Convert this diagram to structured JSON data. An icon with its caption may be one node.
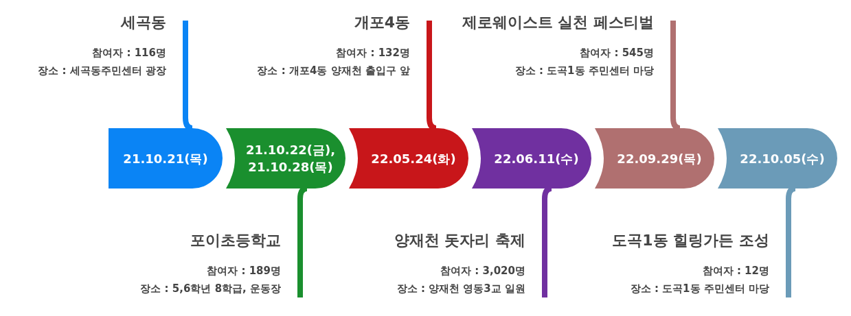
{
  "diagram": {
    "nodes": [
      {
        "text": [
          "21.10.21(목)"
        ]
      },
      {
        "text": [
          "21.10.22(금), 21.10.28(목)"
        ]
      },
      {
        "text": [
          "22.05.24(화)"
        ]
      },
      {
        "text": [
          "22.06.11(수)"
        ]
      },
      {
        "text": [
          "22.09.29(목)"
        ]
      },
      {
        "text": [
          "22.10.05(수)"
        ]
      },
      {
        "text": [
          "세곡동",
          "참여자 : 116명",
          "장소 : 세곡동주민센터 광장"
        ]
      },
      {
        "text": [
          "포이초등학교",
          "참여자 : 189명",
          "장소 : 5,6학년 8학급, 운동장"
        ]
      },
      {
        "text": [
          "개포4동",
          "참여자 : 132명",
          "장소 : 개포4동 양재천 출입구 앞"
        ]
      },
      {
        "text": [
          "양재천 돗자리 축제",
          "참여자 : 3,020명",
          "장소 : 양재천 영동3교 일원"
        ]
      },
      {
        "text": [
          "제로웨이스트 실천 페스티벌",
          "참여자 : 545명",
          "장소 : 도곡1동 주민센터 마당"
        ]
      },
      {
        "text": [
          "도곡1동 힐링가든 조성",
          "참여자 : 12명",
          "장소 : 도곡1동 주민센터 마당"
        ]
      }
    ],
    "edges": [
      {
        "from": 0,
        "to": 6,
        "arrow": "none",
        "color": "#0a84f5"
      },
      {
        "from": 1,
        "to": 7,
        "arrow": "none",
        "color": "#1a8f2e"
      },
      {
        "from": 2,
        "to": 8,
        "arrow": "none",
        "color": "#c8161a"
      },
      {
        "from": 3,
        "to": 9,
        "arrow": "none",
        "color": "#7030a0"
      },
      {
        "from": 4,
        "to": 10,
        "arrow": "none",
        "color": "#b07070"
      },
      {
        "from": 5,
        "to": 11,
        "arrow": "none",
        "color": "#6b9bb8"
      }
    ]
  }
}
